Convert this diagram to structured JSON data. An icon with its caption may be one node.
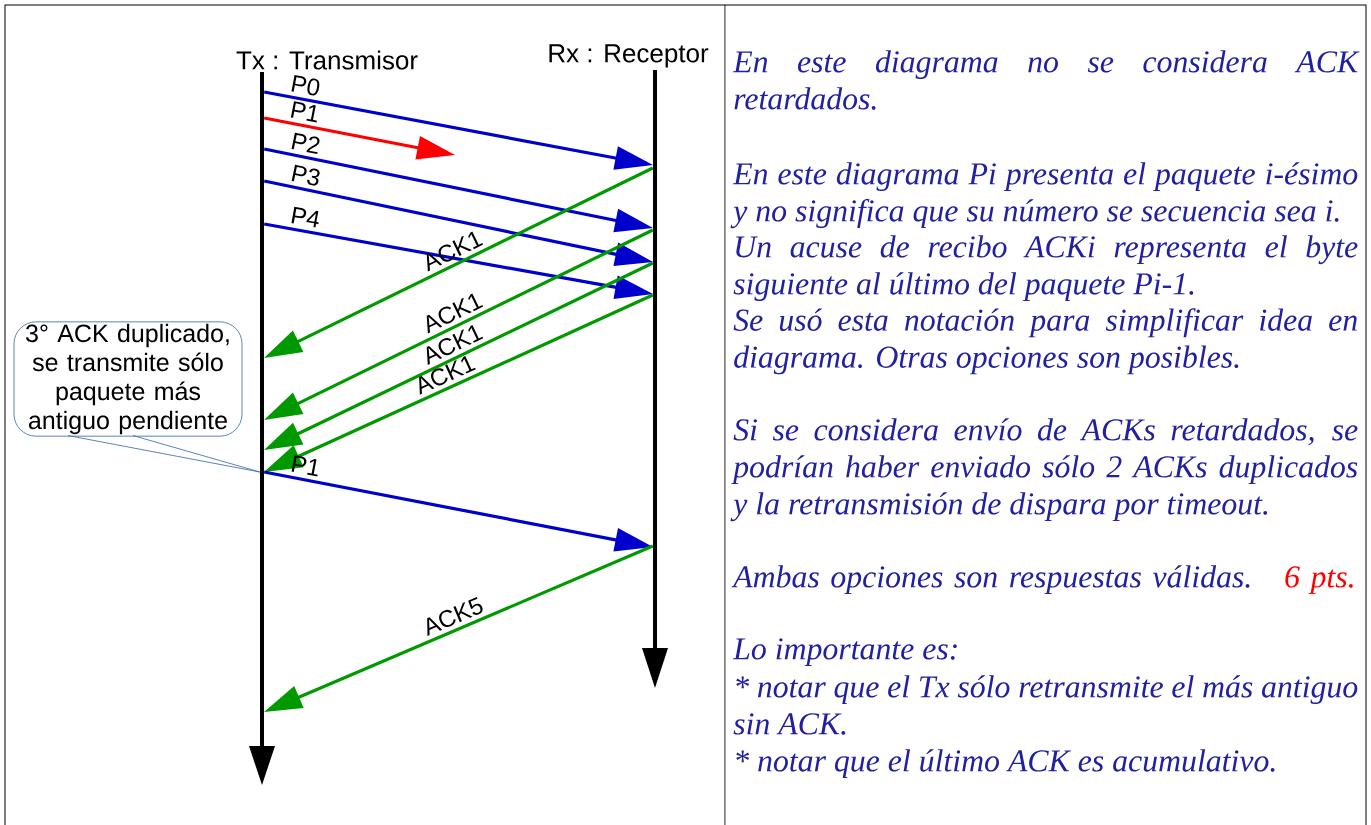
{
  "diagram": {
    "nodes": [
      {
        "text": [
          "Tx : Transmisor"
        ]
      },
      {
        "text": [
          "Rx : Receptor"
        ]
      },
      {
        "text": [
          "3° ACK duplicado, se transmite sólo paquete más antiguo pendiente"
        ]
      }
    ],
    "edges": [
      {
        "from": 0,
        "to": 1,
        "arrow": "to",
        "label": "P0",
        "color": "#0000cc"
      },
      {
        "from": 0,
        "to": null,
        "arrow": "to",
        "label": "P1",
        "color": "#ff0000"
      },
      {
        "from": 0,
        "to": 1,
        "arrow": "to",
        "label": "P2",
        "color": "#0000cc"
      },
      {
        "from": 0,
        "to": 1,
        "arrow": "to",
        "label": "P3",
        "color": "#0000cc"
      },
      {
        "from": 0,
        "to": 1,
        "arrow": "to",
        "label": "P4",
        "color": "#0000cc"
      },
      {
        "from": 1,
        "to": 0,
        "arrow": "to",
        "label": "ACK1",
        "color": "#009900"
      },
      {
        "from": 1,
        "to": 0,
        "arrow": "to",
        "label": "ACK1",
        "color": "#009900"
      },
      {
        "from": 1,
        "to": 0,
        "arrow": "to",
        "label": "ACK1",
        "color": "#009900"
      },
      {
        "from": 1,
        "to": 0,
        "arrow": "to",
        "label": "ACK1",
        "color": "#009900"
      },
      {
        "from": 0,
        "to": 1,
        "arrow": "to",
        "label": "P1",
        "color": "#0000cc"
      },
      {
        "from": 1,
        "to": 0,
        "arrow": "to",
        "label": "ACK5",
        "color": "#009900"
      },
      {
        "from": 2,
        "to": 0,
        "arrow": "none",
        "color": "#3465a4"
      }
    ],
    "labels": [
      "En este diagrama no se considera ACK retardados.",
      "En este diagrama Pi presenta el paquete i-ésimo y no significa que su número se secuencia sea i.",
      "Un acuse de recibo ACKi representa el byte siguiente al último del paquete Pi-1.",
      "Se usó esta notación para simplificar idea en diagrama. Otras opciones son posibles.",
      "Si se considera envío de ACKs retardados, se podrían haber enviado sólo 2 ACKs duplicados y la retransmisión de dispara por timeout.",
      "Ambas opciones son respuestas válidas.",
      "6 pts.",
      "Lo importante es:",
      "* notar que el Tx sólo retransmite el más antiguo sin ACK.",
      "* notar que el último ACK es acumulativo."
    ]
  }
}
